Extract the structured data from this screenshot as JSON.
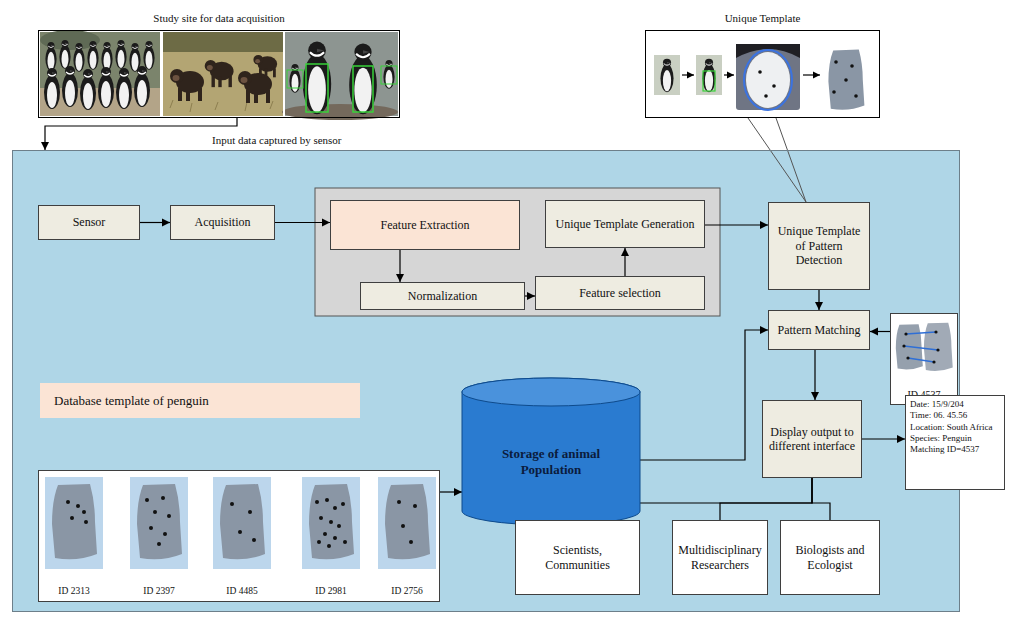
{
  "diagram": {
    "nodes": [
      {
        "text": [
          "Study site for data acquisition"
        ]
      },
      {
        "text": [
          "Unique Template"
        ]
      },
      {
        "text": [
          "Input data captured by sensor"
        ]
      },
      {
        "text": [
          "Sensor"
        ],
        "in": 2
      },
      {
        "text": [
          "Acquisition"
        ],
        "in": 2
      },
      {
        "text": [
          "Feature Extraction"
        ],
        "in": 2
      },
      {
        "text": [
          "Unique Template Generation"
        ],
        "in": 2
      },
      {
        "text": [
          "Normalization"
        ],
        "in": 2
      },
      {
        "text": [
          "Feature selection"
        ],
        "in": 2
      },
      {
        "text": [
          "Unique Template of Pattern Detection"
        ],
        "in": 2
      },
      {
        "text": [
          "Pattern Matching"
        ],
        "in": 2
      },
      {
        "text": [
          "ID 4537"
        ],
        "in": 2
      },
      {
        "text": [
          "Database template of penguin"
        ],
        "in": 2
      },
      {
        "text": [
          "Storage of animal Population"
        ],
        "in": 2
      },
      {
        "text": [
          "ID 2313",
          "ID 2397",
          "ID 4485",
          "ID 2981",
          "ID 2756"
        ],
        "in": 2
      },
      {
        "text": [
          "Display output to different interface"
        ],
        "in": 2
      },
      {
        "text": [
          "Date: 15/9/204",
          "Time: 06. 45.56",
          "Location: South Africa",
          "Species: Penguin",
          "Matching ID=4537"
        ]
      },
      {
        "text": [
          "Scientists, Communities"
        ],
        "in": 2
      },
      {
        "text": [
          "Multidisciplinary Researchers"
        ],
        "in": 2
      },
      {
        "text": [
          "Biologists and Ecologist"
        ],
        "in": 2
      }
    ],
    "edges": [
      {
        "from": 0,
        "to": 2,
        "arrow": "to"
      },
      {
        "from": 1,
        "to": 9,
        "arrow": "none"
      },
      {
        "from": 3,
        "to": 4,
        "arrow": "to"
      },
      {
        "from": 4,
        "to": 5,
        "arrow": "to"
      },
      {
        "from": 5,
        "to": 7,
        "arrow": "to"
      },
      {
        "from": 7,
        "to": 8,
        "arrow": "to"
      },
      {
        "from": 8,
        "to": 6,
        "arrow": "to"
      },
      {
        "from": 6,
        "to": 9,
        "arrow": "to"
      },
      {
        "from": 9,
        "to": 10,
        "arrow": "to"
      },
      {
        "from": 11,
        "to": 10,
        "arrow": "to"
      },
      {
        "from": 13,
        "to": 10,
        "arrow": "to"
      },
      {
        "from": 14,
        "to": 13,
        "arrow": "to"
      },
      {
        "from": 10,
        "to": 15,
        "arrow": "to"
      },
      {
        "from": 15,
        "to": 16,
        "arrow": "to"
      },
      {
        "from": 15,
        "to": 17,
        "arrow": "none"
      },
      {
        "from": 15,
        "to": 18,
        "arrow": "none"
      },
      {
        "from": 15,
        "to": 19,
        "arrow": "none"
      }
    ]
  }
}
